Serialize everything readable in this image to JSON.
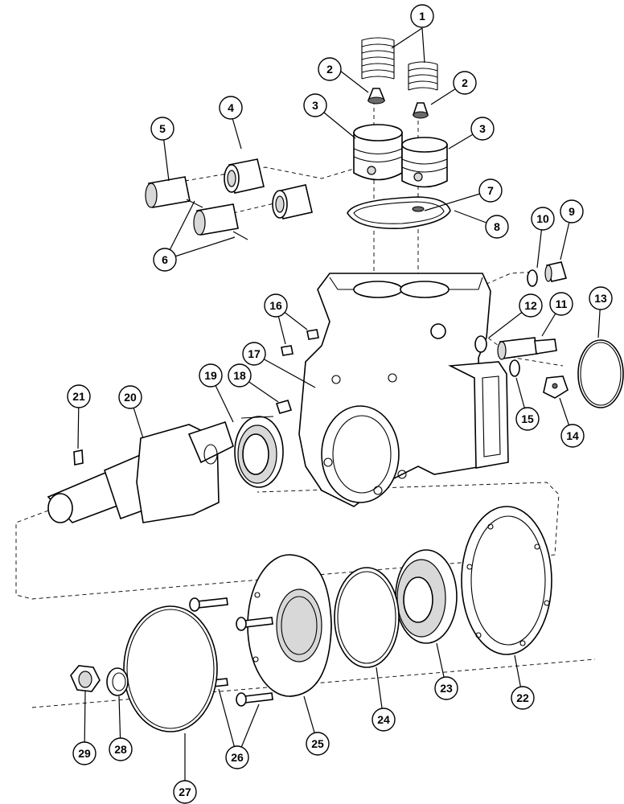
{
  "callouts": [
    "1",
    "2",
    "2",
    "3",
    "3",
    "4",
    "5",
    "6",
    "7",
    "8",
    "9",
    "10",
    "11",
    "12",
    "13",
    "14",
    "15",
    "16",
    "17",
    "18",
    "19",
    "20",
    "21",
    "22",
    "23",
    "24",
    "25",
    "26",
    "27",
    "28",
    "29"
  ]
}
